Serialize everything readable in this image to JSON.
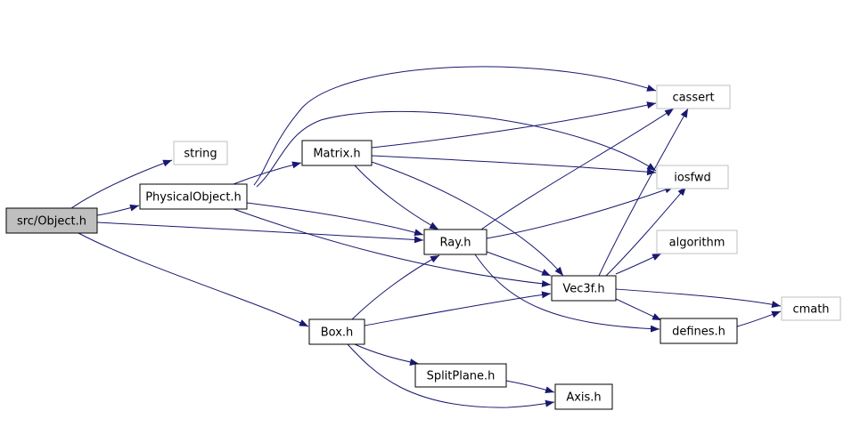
{
  "colors": {
    "edge": "#191970",
    "node_border": "#000000",
    "external_border": "#bfbfbf",
    "root_fill": "#bfbfbf",
    "node_fill": "#ffffff"
  },
  "graph": {
    "nodes": [
      {
        "id": "object",
        "label": "src/Object.h",
        "kind": "root"
      },
      {
        "id": "string",
        "label": "string",
        "kind": "external"
      },
      {
        "id": "physical",
        "label": "PhysicalObject.h",
        "kind": "file"
      },
      {
        "id": "matrix",
        "label": "Matrix.h",
        "kind": "file"
      },
      {
        "id": "cassert",
        "label": "cassert",
        "kind": "external"
      },
      {
        "id": "iosfwd",
        "label": "iosfwd",
        "kind": "external"
      },
      {
        "id": "ray",
        "label": "Ray.h",
        "kind": "file"
      },
      {
        "id": "algorithm",
        "label": "algorithm",
        "kind": "external"
      },
      {
        "id": "vec3f",
        "label": "Vec3f.h",
        "kind": "file"
      },
      {
        "id": "cmath",
        "label": "cmath",
        "kind": "external"
      },
      {
        "id": "defines",
        "label": "defines.h",
        "kind": "file"
      },
      {
        "id": "box",
        "label": "Box.h",
        "kind": "file"
      },
      {
        "id": "splitplane",
        "label": "SplitPlane.h",
        "kind": "file"
      },
      {
        "id": "axis",
        "label": "Axis.h",
        "kind": "file"
      }
    ],
    "edges": [
      {
        "from": "object",
        "to": "string"
      },
      {
        "from": "object",
        "to": "physical"
      },
      {
        "from": "object",
        "to": "ray"
      },
      {
        "from": "object",
        "to": "box"
      },
      {
        "from": "physical",
        "to": "matrix"
      },
      {
        "from": "physical",
        "to": "cassert"
      },
      {
        "from": "physical",
        "to": "iosfwd"
      },
      {
        "from": "physical",
        "to": "ray"
      },
      {
        "from": "physical",
        "to": "vec3f"
      },
      {
        "from": "matrix",
        "to": "cassert"
      },
      {
        "from": "matrix",
        "to": "iosfwd"
      },
      {
        "from": "matrix",
        "to": "ray"
      },
      {
        "from": "matrix",
        "to": "vec3f"
      },
      {
        "from": "ray",
        "to": "cassert"
      },
      {
        "from": "ray",
        "to": "iosfwd"
      },
      {
        "from": "ray",
        "to": "vec3f"
      },
      {
        "from": "ray",
        "to": "defines"
      },
      {
        "from": "vec3f",
        "to": "cassert"
      },
      {
        "from": "vec3f",
        "to": "iosfwd"
      },
      {
        "from": "vec3f",
        "to": "algorithm"
      },
      {
        "from": "vec3f",
        "to": "cmath"
      },
      {
        "from": "vec3f",
        "to": "defines"
      },
      {
        "from": "defines",
        "to": "cmath"
      },
      {
        "from": "box",
        "to": "ray"
      },
      {
        "from": "box",
        "to": "vec3f"
      },
      {
        "from": "box",
        "to": "splitplane"
      },
      {
        "from": "box",
        "to": "axis"
      },
      {
        "from": "splitplane",
        "to": "axis"
      }
    ]
  }
}
